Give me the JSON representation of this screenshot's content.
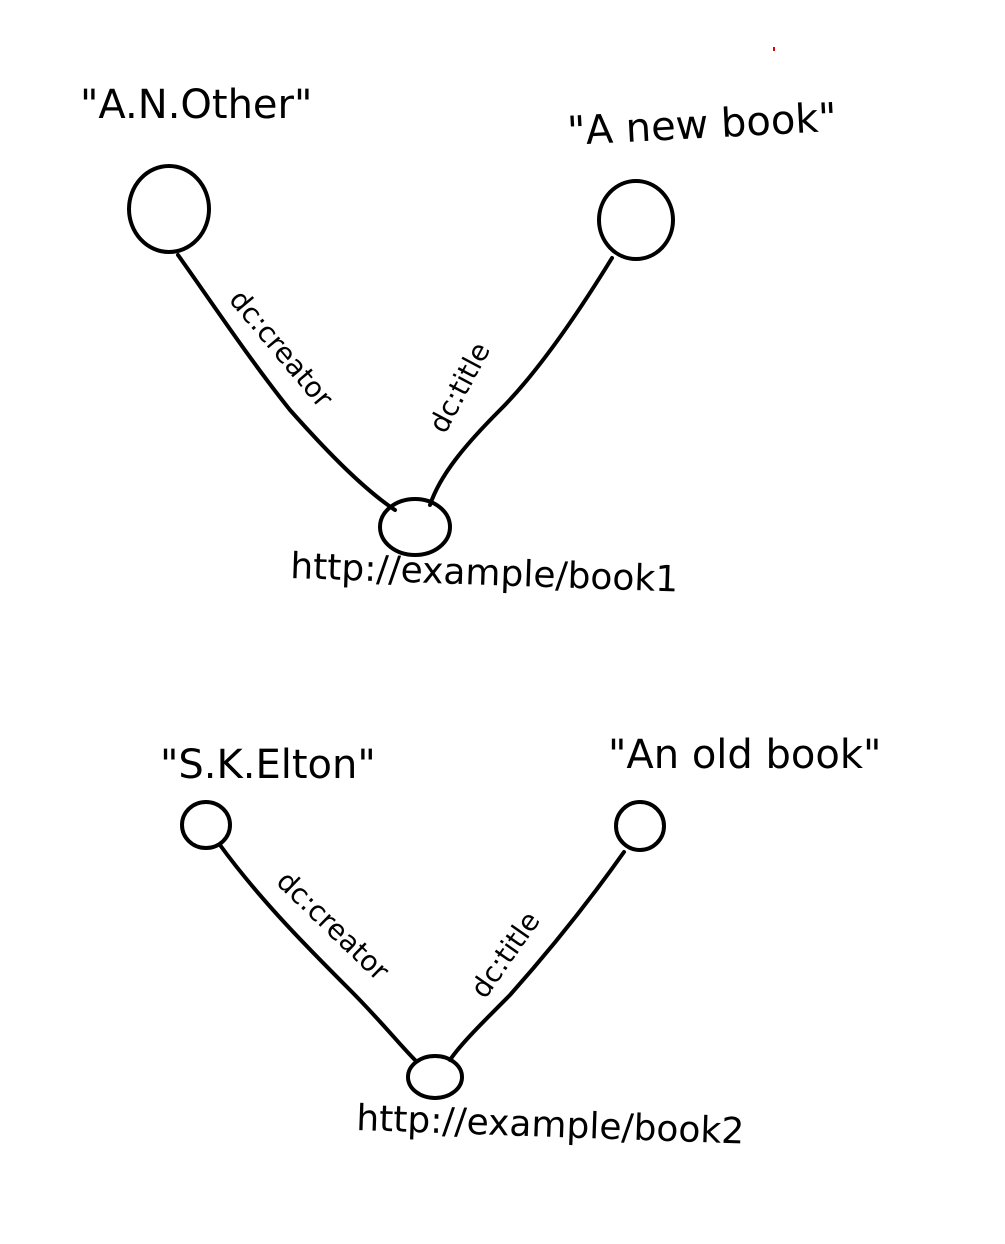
{
  "graphs": [
    {
      "subject": "http://example/book1",
      "creator": {
        "predicate": "dc:creator",
        "object": "\"A.N.Other\""
      },
      "title": {
        "predicate": "dc:title",
        "object": "\"A new book\""
      }
    },
    {
      "subject": "http://example/book2",
      "creator": {
        "predicate": "dc:creator",
        "object": "\"S.K.Elton\""
      },
      "title": {
        "predicate": "dc:title",
        "object": "\"An old book\""
      }
    }
  ],
  "colors": {
    "ink": "#000000",
    "paper": "#ffffff"
  }
}
